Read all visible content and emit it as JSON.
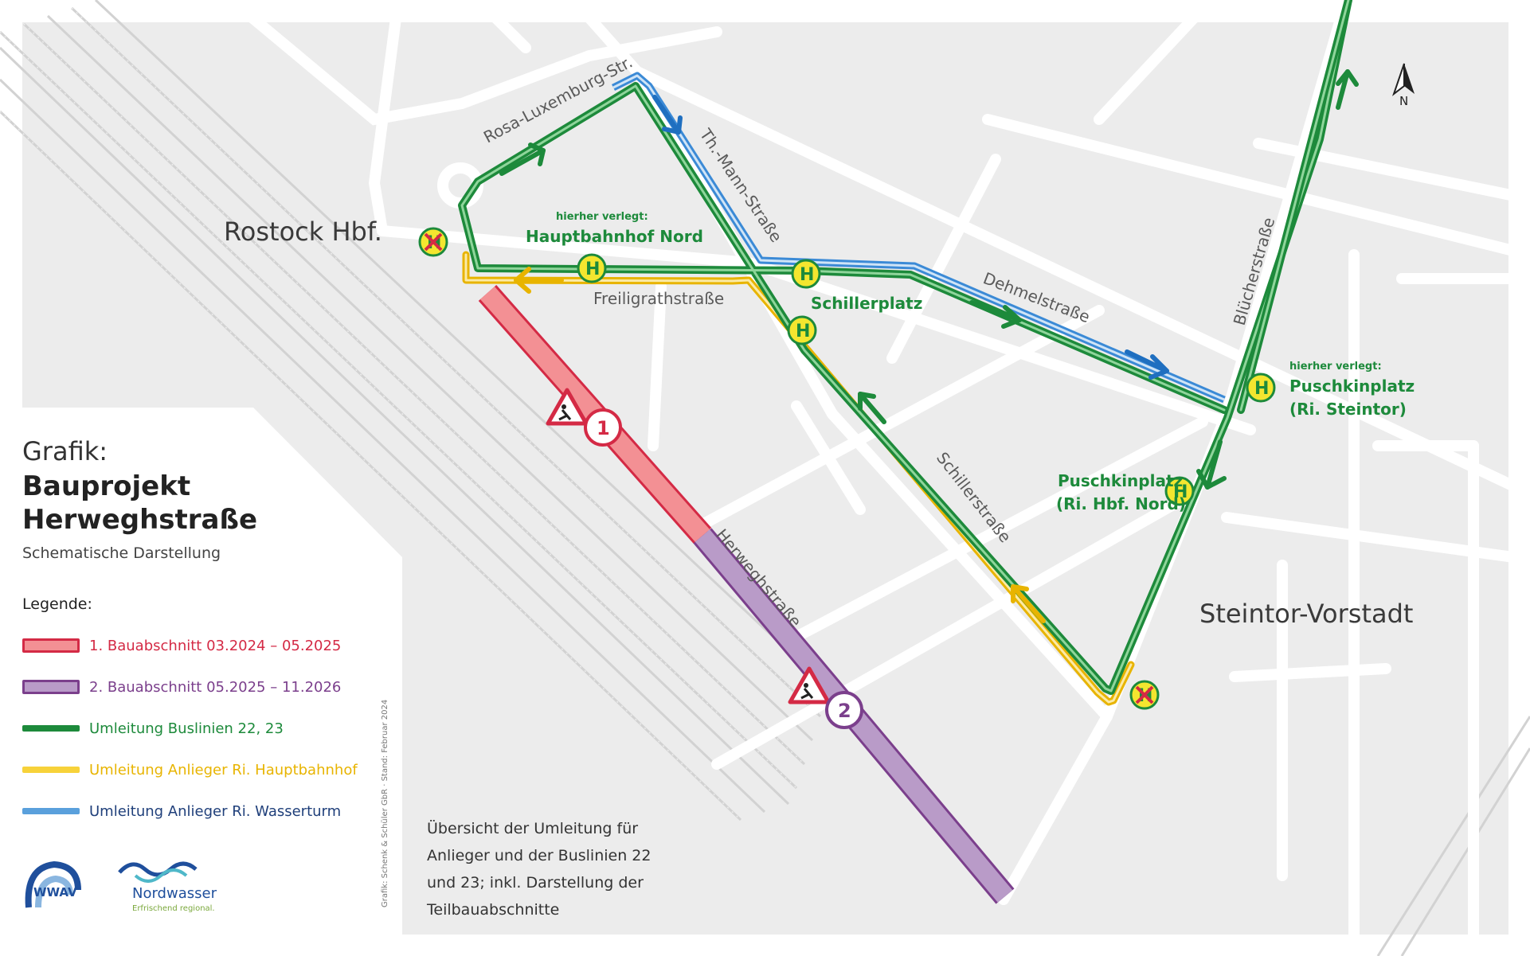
{
  "colors": {
    "background": "#ececec",
    "street": "#ffffff",
    "rail": "#cfcfcf",
    "phase1": "#f39094",
    "phase1_border": "#d42a45",
    "phase2": "#b99bc8",
    "phase2_border": "#7b3f8c",
    "bus_detour": "#2aa04a",
    "bus_detour_dark": "#1d8a3b",
    "resident_hbf": "#f7d23a",
    "resident_wasserturm": "#5aa0dc",
    "stop_fill": "#f4e62f",
    "legend_phase1_text": "#d42a45",
    "legend_phase2_text": "#7b3f8c",
    "legend_bus_text": "#1d8a3b",
    "legend_yellow_text": "#e8b400",
    "legend_blue_text": "#1f3f7a"
  },
  "places": {
    "hbf": "Rostock Hbf.",
    "steintor": "Steintor-Vorstadt"
  },
  "streets": {
    "rosa": "Rosa-Luxemburg-Str.",
    "mann": "Th.-Mann-Straße",
    "dehmel": "Dehmelstraße",
    "bluecher": "Blücherstraße",
    "freiligrath": "Freiligrathstraße",
    "schillerstr": "Schillerstraße",
    "herwegh": "Herweghstraße"
  },
  "stops": {
    "moved_note": "hierher verlegt:",
    "hbf_nord": "Hauptbahnhof Nord",
    "schillerplatz": "Schillerplatz",
    "puschkin_steintor_1": "Puschkinplatz",
    "puschkin_steintor_2": "(Ri. Steintor)",
    "puschkin_nord_1": "Puschkinplatz",
    "puschkin_nord_2": "(Ri. Hbf. Nord)",
    "h": "H"
  },
  "segments": {
    "one": "1",
    "two": "2"
  },
  "compass": "N",
  "legend": {
    "title_1": "Grafik:",
    "title_2": "Bauprojekt Herweghstraße",
    "subtitle": "Schematische Darstellung",
    "heading": "Legende:",
    "items": [
      {
        "label": "1. Bauabschnitt 03.2024 – 05.2025",
        "color": "#d42a45"
      },
      {
        "label": "2. Bauabschnitt 05.2025 – 11.2026",
        "color": "#7b3f8c"
      },
      {
        "label": "Umleitung Buslinien 22, 23",
        "color": "#1d8a3b"
      },
      {
        "label": "Umleitung Anlieger Ri. Hauptbahnhof",
        "color": "#e8b400"
      },
      {
        "label": "Umleitung Anlieger Ri. Wasserturm",
        "color": "#1f3f7a"
      }
    ]
  },
  "credit": "Grafik: Schenk & Schüler GbR · Stand: Februar 2024",
  "description": "Übersicht der Umleitung für Anlieger und der Buslinien 22 und 23; inkl. Darstellung der Teilbauabschnitte",
  "logos": {
    "wwav": "WWAV",
    "nordwasser": "Nordwasser",
    "nordwasser_tag": "Erfrischend regional."
  }
}
